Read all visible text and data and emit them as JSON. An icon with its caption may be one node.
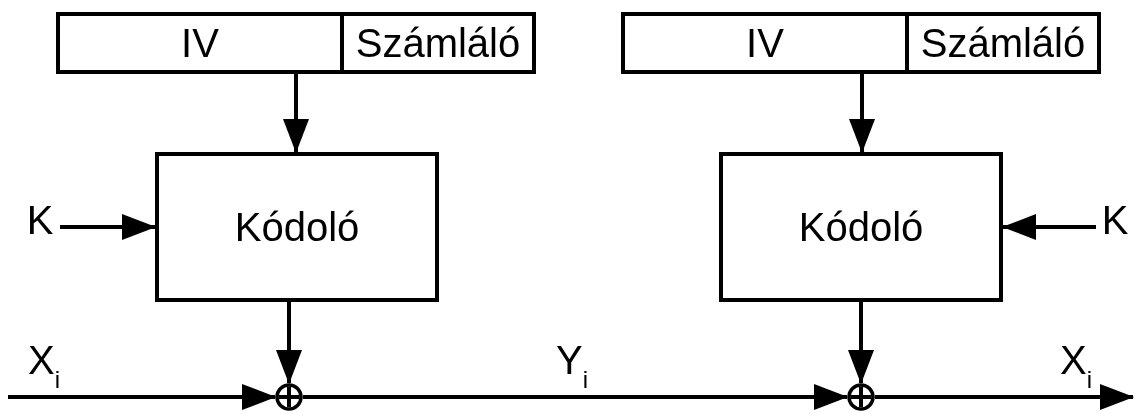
{
  "diagram": {
    "nodes": [
      {
        "text": [
          "IV"
        ]
      },
      {
        "text": [
          "Számláló"
        ]
      },
      {
        "text": [
          "Kódoló"
        ]
      },
      {
        "text": [
          "K"
        ]
      },
      {
        "text": [],
        "shape": "circle"
      },
      {
        "text": [
          "IV"
        ]
      },
      {
        "text": [
          "Számláló"
        ]
      },
      {
        "text": [
          "Kódoló"
        ]
      },
      {
        "text": [
          "K"
        ]
      },
      {
        "text": [],
        "shape": "circle"
      }
    ],
    "edges": [
      {
        "from": 0,
        "to": 2,
        "arrow": "to"
      },
      {
        "from": 3,
        "to": 2,
        "arrow": "to"
      },
      {
        "from": 2,
        "to": 4,
        "arrow": "to"
      },
      {
        "from": null,
        "to": 4,
        "arrow": "to",
        "label": "X$_{i}$"
      },
      {
        "from": 4,
        "to": 9,
        "arrow": "to",
        "label": "Y$_{i}$"
      },
      {
        "from": 5,
        "to": 7,
        "arrow": "to"
      },
      {
        "from": 8,
        "to": 7,
        "arrow": "to"
      },
      {
        "from": 7,
        "to": 9,
        "arrow": "to"
      },
      {
        "from": 9,
        "to": null,
        "arrow": "to",
        "label": "X$_{i}$"
      }
    ]
  }
}
